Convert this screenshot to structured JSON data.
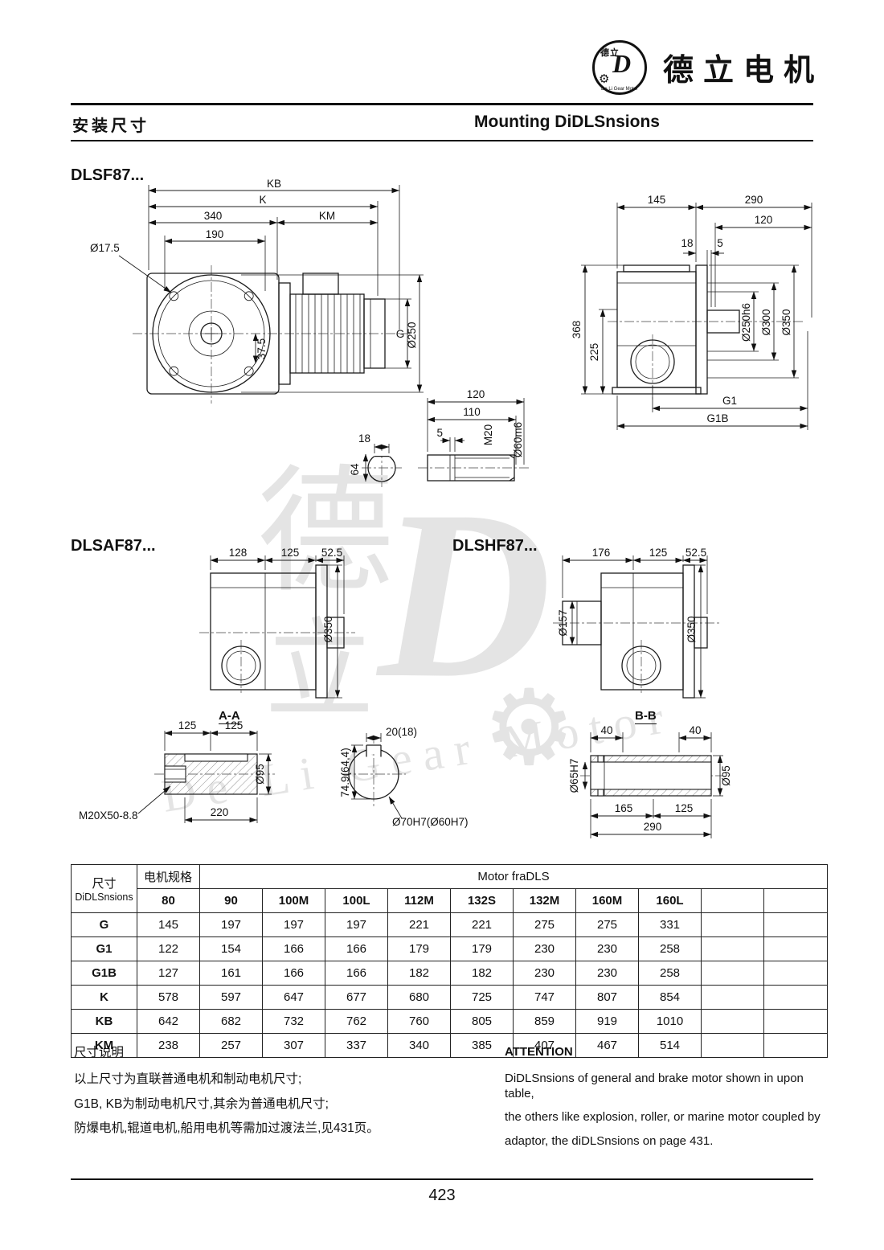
{
  "page": {
    "title_cn": "安装尺寸",
    "title_en": "Mounting DiDLSnsions",
    "number": "423"
  },
  "logo": {
    "emblem_cn": "德立",
    "emblem_d": "D",
    "brand_cn": "德立电机",
    "brand_en": "De Li Gear Motor"
  },
  "icons": {
    "gear": "⚙"
  },
  "watermark": {
    "glyph_de": "德",
    "glyph_li": "立",
    "big_d": "D",
    "gear": "⚙",
    "text": "De Li Gear Motor"
  },
  "sections": {
    "dlsf87": "DLSF87...",
    "dlsaf87": "DLSAF87...",
    "dlshf87": "DLSHF87...",
    "aa": "A-A",
    "bb": "B-B"
  },
  "dims": {
    "f_side": {
      "kb": "KB",
      "k": "K",
      "d340": "340",
      "km": "KM",
      "d190": "190",
      "d17_5": "Ø17.5",
      "d37_5": "37.5",
      "g": "G",
      "d250": "Ø250"
    },
    "f_rear": {
      "d145": "145",
      "d290": "290",
      "d120": "120",
      "d18": "18",
      "d5": "5",
      "d368": "368",
      "d225": "225",
      "d250h6": "Ø250h6",
      "d300": "Ø300",
      "d350": "Ø350",
      "g1": "G1",
      "g1b": "G1B"
    },
    "shaft": {
      "d120": "120",
      "d110": "110",
      "d5": "5",
      "d18": "18",
      "m20": "M20",
      "d60m6": "Ø60m6",
      "d64": "64"
    },
    "af": {
      "d128": "128",
      "d125": "125",
      "d52_5": "52.5",
      "d350": "Ø350"
    },
    "hf": {
      "d176": "176",
      "d125": "125",
      "d52_5": "52.5",
      "d157": "Ø157",
      "d350": "Ø350"
    },
    "aa": {
      "d125a": "125",
      "d125b": "125",
      "d95": "Ø95",
      "m20x50": "M20X50-8.8",
      "d220": "220"
    },
    "bore": {
      "d20_18": "20(18)",
      "d74_9": "74.9(64,4)",
      "d70h7": "Ø70H7(Ø60H7)"
    },
    "bb": {
      "d40a": "40",
      "d40b": "40",
      "d95": "Ø95",
      "d65h7": "Ø65H7",
      "d165": "165",
      "d125": "125",
      "d290": "290"
    }
  },
  "table": {
    "dim_header_cn": "尺寸",
    "dim_header_en": "DiDLSnsions",
    "motor_spec_cn": "电机规格",
    "motor_frame_en": "Motor fraDLS",
    "columns": [
      "80",
      "90",
      "100M",
      "100L",
      "112M",
      "132S",
      "132M",
      "160M",
      "160L",
      "",
      ""
    ],
    "rows": [
      {
        "label": "G",
        "values": [
          "145",
          "197",
          "197",
          "197",
          "221",
          "221",
          "275",
          "275",
          "331",
          "",
          ""
        ]
      },
      {
        "label": "G1",
        "values": [
          "122",
          "154",
          "166",
          "166",
          "179",
          "179",
          "230",
          "230",
          "258",
          "",
          ""
        ]
      },
      {
        "label": "G1B",
        "values": [
          "127",
          "161",
          "166",
          "166",
          "182",
          "182",
          "230",
          "230",
          "258",
          "",
          ""
        ]
      },
      {
        "label": "K",
        "values": [
          "578",
          "597",
          "647",
          "677",
          "680",
          "725",
          "747",
          "807",
          "854",
          "",
          ""
        ]
      },
      {
        "label": "KB",
        "values": [
          "642",
          "682",
          "732",
          "762",
          "760",
          "805",
          "859",
          "919",
          "1010",
          "",
          ""
        ]
      },
      {
        "label": "KM",
        "values": [
          "238",
          "257",
          "307",
          "337",
          "340",
          "385",
          "407",
          "467",
          "514",
          "",
          ""
        ]
      }
    ]
  },
  "notes": {
    "cn_title": "尺寸说明",
    "cn_lines": [
      "以上尺寸为直联普通电机和制动电机尺寸;",
      "G1B, KB为制动电机尺寸,其余为普通电机尺寸;",
      "防爆电机,辊道电机,船用电机等需加过渡法兰,见431页。"
    ],
    "en_title": "ATTENTION",
    "en_lines": [
      "DiDLSnsions of general and brake motor shown in upon table,",
      "the others like explosion, roller, or marine motor coupled by",
      "adaptor, the diDLSnsions on page 431."
    ]
  }
}
